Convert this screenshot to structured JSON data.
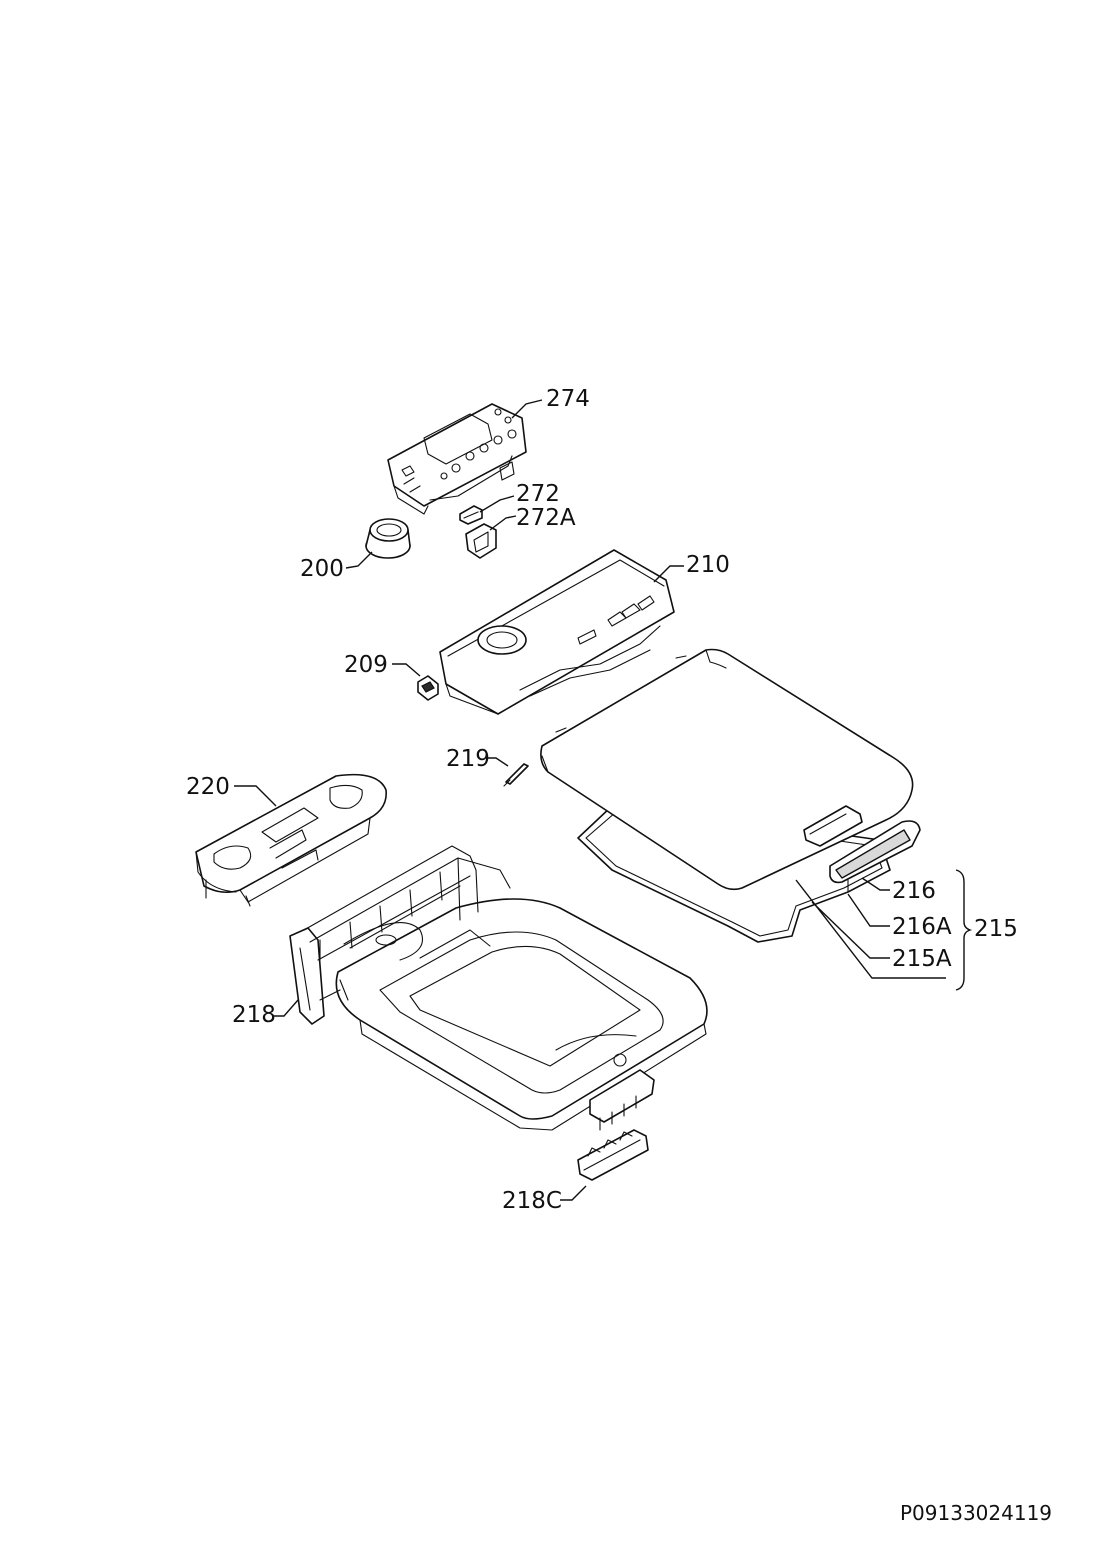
{
  "diagram": {
    "callouts": {
      "c274": "274",
      "c272": "272",
      "c272A": "272A",
      "c200": "200",
      "c210": "210",
      "c209": "209",
      "c219": "219",
      "c220": "220",
      "c216": "216",
      "c216A": "216A",
      "c215": "215",
      "c215A": "215A",
      "c218": "218",
      "c218C": "218C"
    },
    "drawing_code": "P09133024119"
  }
}
